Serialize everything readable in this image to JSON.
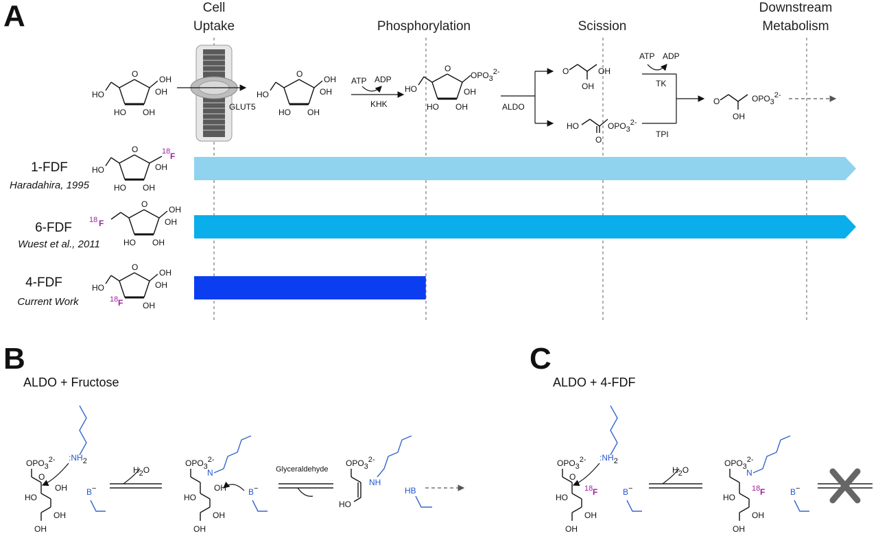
{
  "panel_a": {
    "letter": "A",
    "stages": [
      {
        "line1": "Cell",
        "line2": "Uptake"
      },
      {
        "line1": "",
        "line2": "Phosphorylation"
      },
      {
        "line1": "",
        "line2": "Scission"
      },
      {
        "line1": "Downstream",
        "line2": "Metabolism"
      }
    ],
    "labels": {
      "glut5": "GLUT5",
      "atp": "ATP",
      "adp": "ADP",
      "khk": "KHK",
      "aldo": "ALDO",
      "tk": "TK",
      "tpi": "TPI",
      "oh": "OH",
      "ho": "HO",
      "opo3": "OPO",
      "sub3": "3",
      "sup2": "2-",
      "o": "O",
      "f": "F",
      "f18": "18"
    },
    "tracers": [
      {
        "name": "1-FDF",
        "citation": "Haradahira, 1995",
        "color": "#8fd3ee",
        "progress": 1.0
      },
      {
        "name": "6-FDF",
        "citation": "Wuest et al., 2011",
        "color": "#0aaeea",
        "progress": 1.0
      },
      {
        "name": "4-FDF",
        "citation": "Current Work",
        "color": "#0a3ef0",
        "progress": 0.35
      }
    ]
  },
  "panel_b": {
    "letter": "B",
    "title": "ALDO + Fructose",
    "labels": {
      "h2o": "H",
      "h2o_sub": "2",
      "h2o_end": "O",
      "glyceraldehyde": "Glyceraldehyde",
      "nh2": "NH",
      "nh2_sub": "2",
      "n": "N",
      "nh": "NH",
      "b": "B",
      "b_sup": "−",
      "hb": "HB",
      "lone_pair": ":"
    }
  },
  "panel_c": {
    "letter": "C",
    "title": "ALDO + 4-FDF",
    "blocked_icon": "cross-icon"
  }
}
